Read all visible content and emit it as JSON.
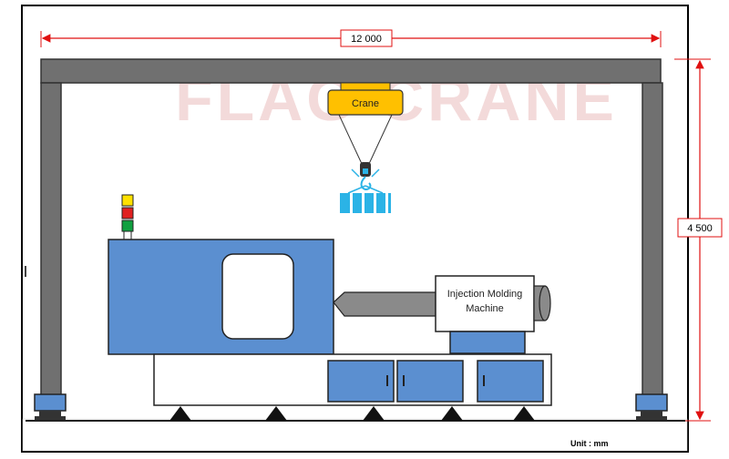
{
  "watermark": "FLAG CRANE",
  "dimensions": {
    "span": "12 000",
    "height": "4 500",
    "unit": "Unit : mm"
  },
  "crane": {
    "label": "Crane"
  },
  "machine": {
    "label_line1": "Injection Molding",
    "label_line2": "Machine"
  },
  "colors": {
    "frame": "#000000",
    "beam": "#707070",
    "machine_blue": "#5B8FD0",
    "crane_orange": "#FFC000",
    "dimension_red": "#E01010",
    "load_cyan": "#2BB3E6",
    "watermark": "#F3DADA",
    "nozzle_grey": "#8A8A8A"
  },
  "signal_light": [
    "yellow",
    "red",
    "green"
  ]
}
